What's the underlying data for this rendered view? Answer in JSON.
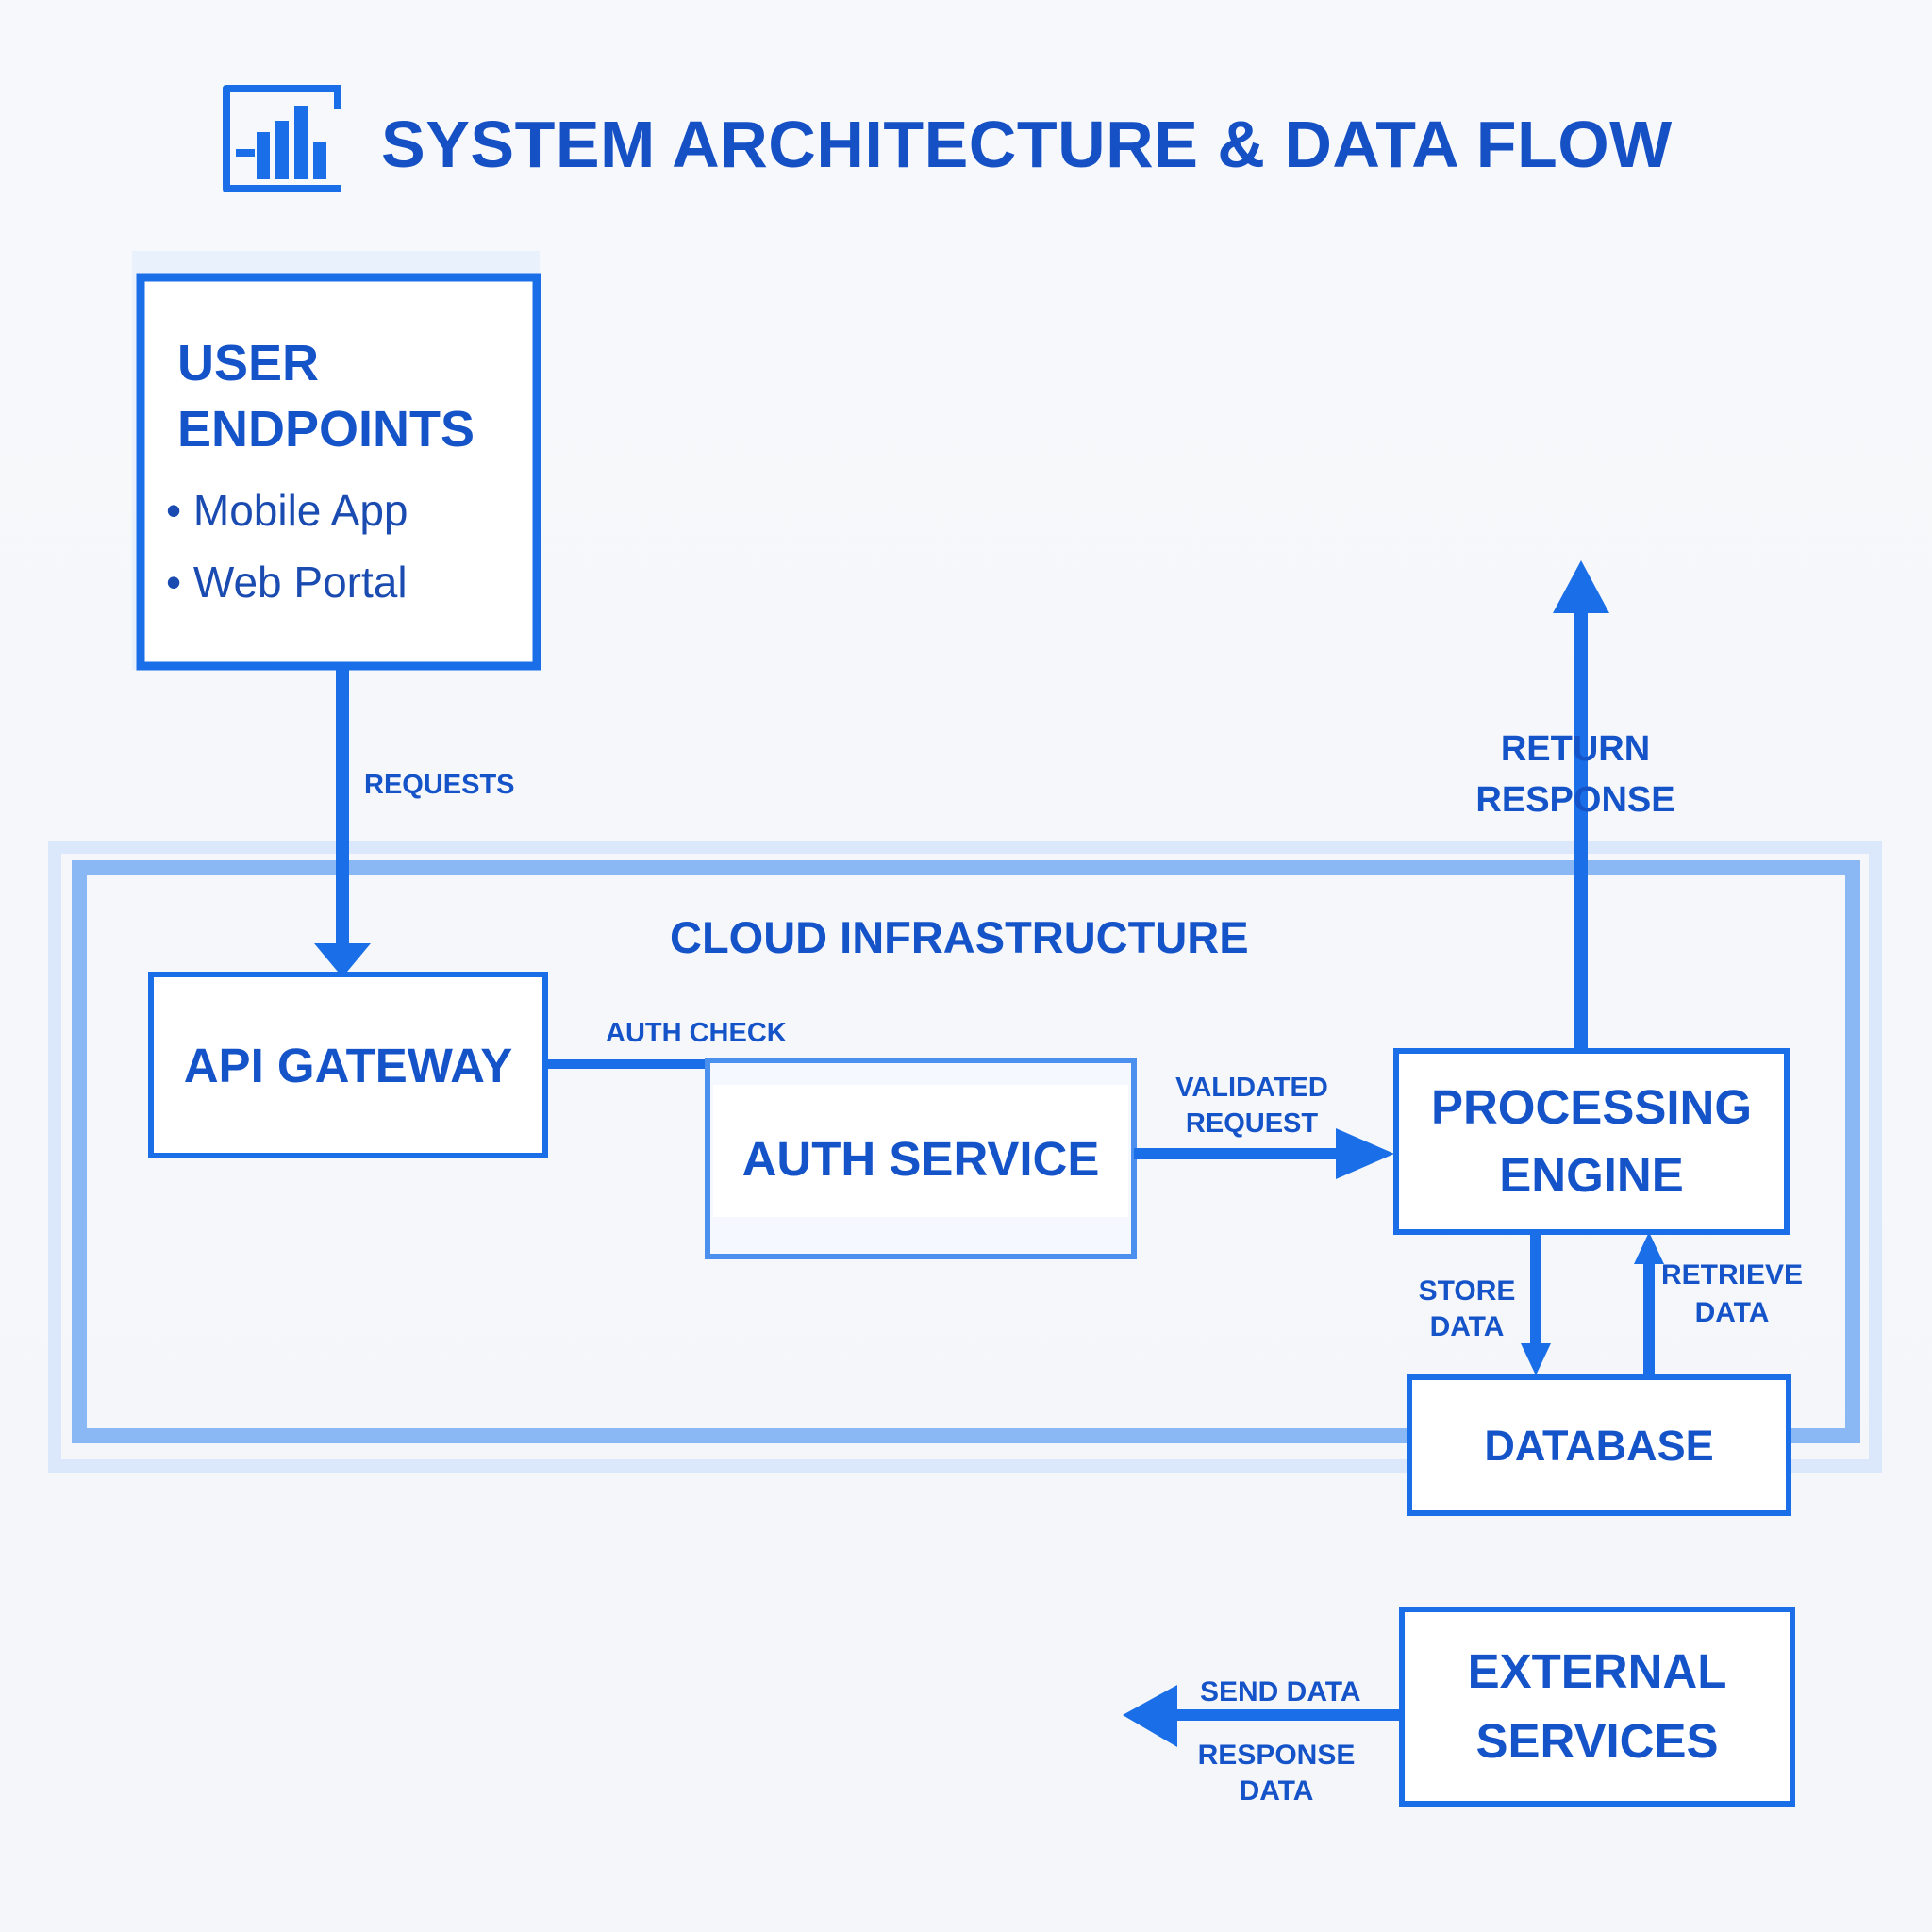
{
  "title": "SYSTEM ARCHITECTURE & DATA FLOW",
  "icon": "bar-chart-document-icon",
  "colors": {
    "primary": "#1a6fe8",
    "text": "#1553c8",
    "container": "#8ab8f5",
    "background": "#f5f7fa"
  },
  "nodes": {
    "user_endpoints": {
      "title_line1": "USER",
      "title_line2": "ENDPOINTS",
      "items": [
        "• Mobile App",
        "• Web Portal"
      ]
    },
    "cloud": {
      "label": "CLOUD INFRASTRUCTURE"
    },
    "api_gateway": {
      "label": "API GATEWAY"
    },
    "auth_service": {
      "label": "AUTH SERVICE"
    },
    "processing_engine": {
      "line1": "PROCESSING",
      "line2": "ENGINE"
    },
    "database": {
      "label": "DATABASE"
    },
    "external_services": {
      "line1": "EXTERNAL",
      "line2": "SERVICES"
    }
  },
  "edges": {
    "requests": "REQUESTS",
    "auth_check": "AUTH CHECK",
    "validated_request": {
      "line1": "VALIDATED",
      "line2": "REQUEST"
    },
    "return_response": {
      "line1": "RETURN",
      "line2": "RESPONSE"
    },
    "store_data": {
      "line1": "STORE",
      "line2": "DATA"
    },
    "retrieve_data": {
      "line1": "RETRIEVE",
      "line2": "DATA"
    },
    "send_data": "SEND DATA",
    "response_data": {
      "line1": "RESPONSE",
      "line2": "DATA"
    }
  }
}
